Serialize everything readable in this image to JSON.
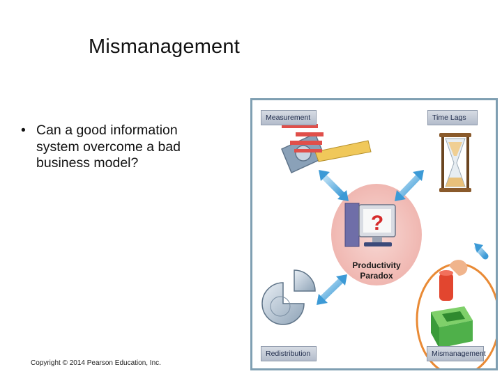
{
  "slide": {
    "title": "Mismanagement",
    "bullet_symbol": "•",
    "bullet": "Can a good information system overcome a bad business model?",
    "footer": "Copyright © 2014 Pearson Education, Inc."
  },
  "figure": {
    "labels": {
      "measurement": "Measurement",
      "time_lags": "Time Lags",
      "redistribution": "Redistribution",
      "mismanagement": "Mismanagement"
    },
    "center_line1": "Productivity",
    "center_line2": "Paradox",
    "question_mark": "?",
    "colors": {
      "frame": "#7f9fb2",
      "arrow": "#6cb4e0",
      "highlight_circle": "#e98a35",
      "center_glow": "#f2c4c0"
    },
    "icons": [
      "tape-measure-icon",
      "hourglass-icon",
      "computer-question-icon",
      "pie-coin-icon",
      "hand-block-icon"
    ]
  }
}
